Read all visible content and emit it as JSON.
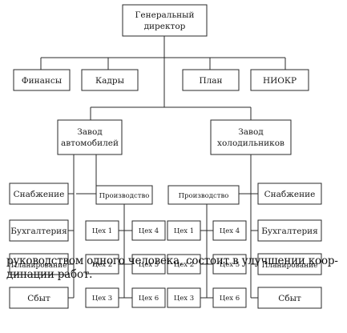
{
  "diagram": {
    "nodes": {
      "ceo": {
        "line1": "Генеральный",
        "line2": "директор"
      },
      "finance": "Финансы",
      "hr": "Кадры",
      "plan": "План",
      "rnd": "НИОКР",
      "plant_auto": {
        "line1": "Завод",
        "line2": "автомобилей"
      },
      "plant_fridge": {
        "line1": "Завод",
        "line2": "холодильников"
      },
      "left": {
        "supply": "Снабжение",
        "accounting": "Бухгалтерия",
        "planning": "Планирование",
        "sales": "Сбыт",
        "production": "Производство",
        "shops": [
          "Цех 1",
          "Цех 2",
          "Цех 3",
          "Цех 4",
          "Цех 5",
          "Цех 6"
        ]
      },
      "right": {
        "supply": "Снабжение",
        "accounting": "Бухгалтерия",
        "planning": "Планирование",
        "sales": "Сбыт",
        "production": "Производство",
        "shops": [
          "Цех 1",
          "Цех 2",
          "Цех 3",
          "Цех 4",
          "Цех 5",
          "Цех 6"
        ]
      }
    }
  },
  "overlay_text": {
    "line1": "руководством одного человека, состоит в улучшении коор-",
    "line2": "динации работ."
  }
}
